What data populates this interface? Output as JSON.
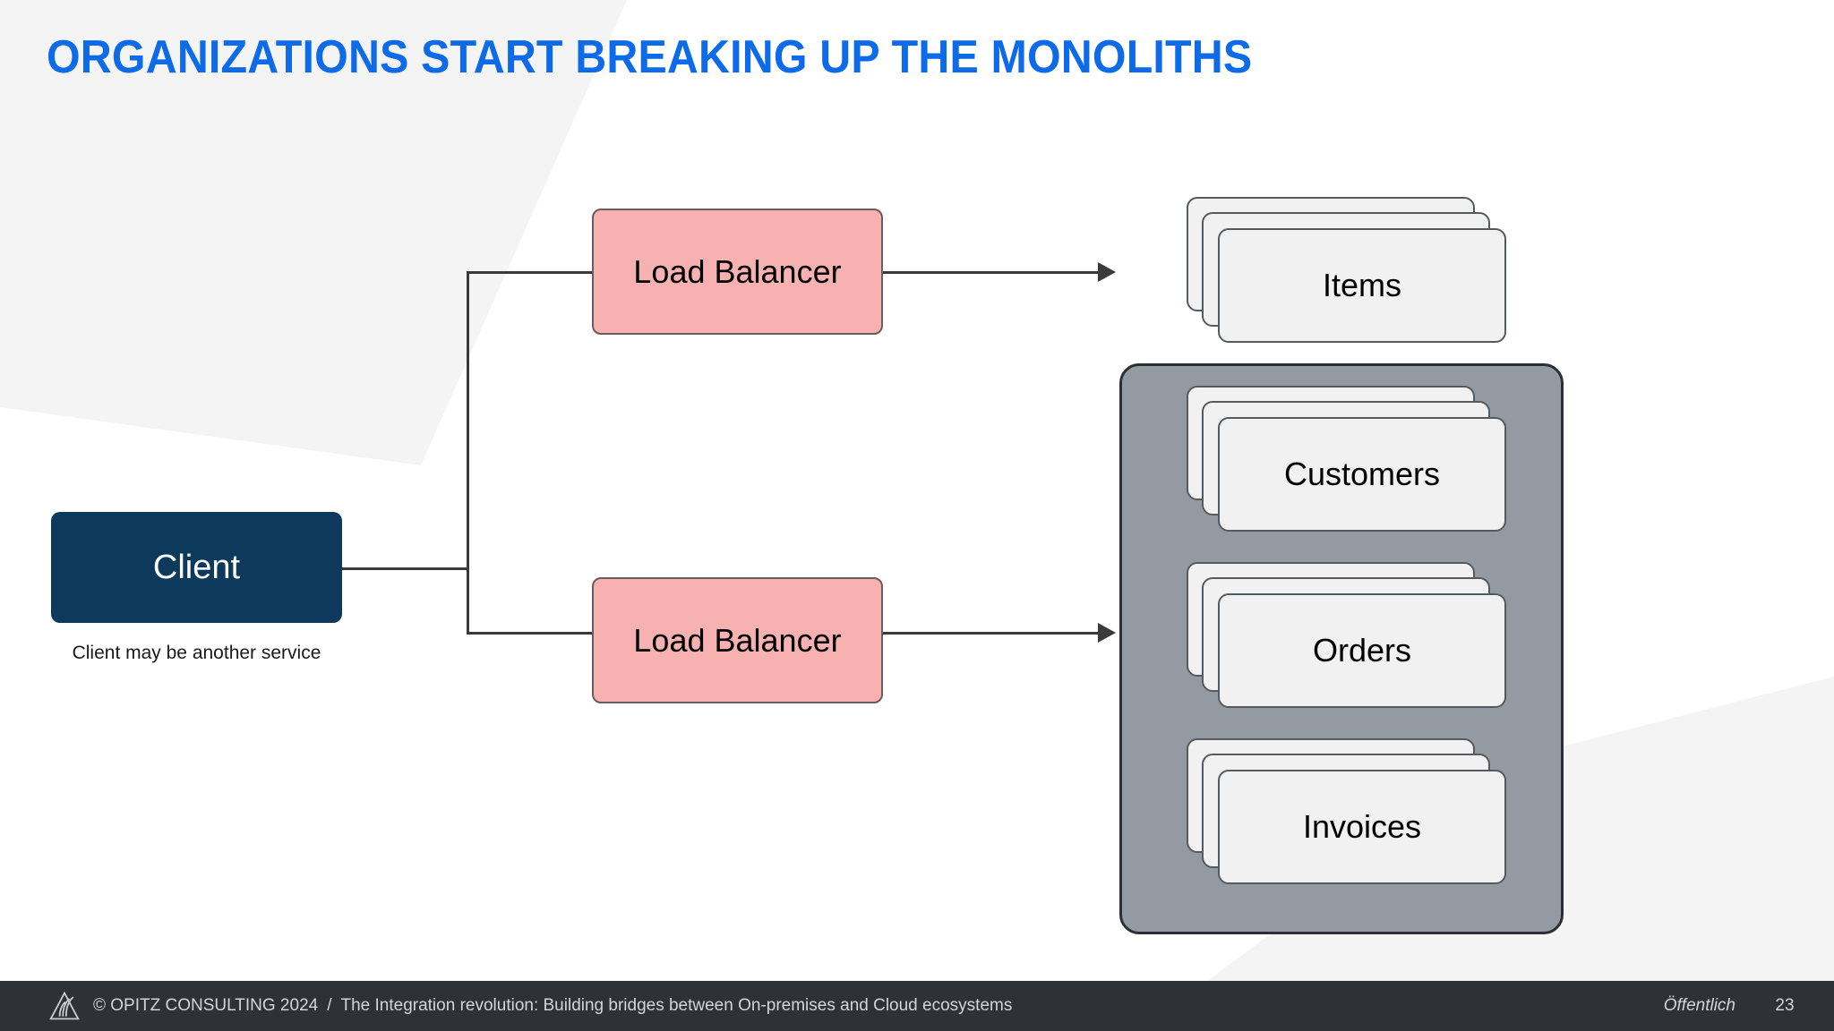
{
  "slide": {
    "title": "ORGANIZATIONS START BREAKING UP THE MONOLITHS",
    "title_color": "#0d6ae8",
    "background_color": "#ffffff",
    "page_number": "23"
  },
  "diagram": {
    "client": {
      "label": "Client",
      "caption": "Client may be another service",
      "fill": "#0d3a5c",
      "text_color": "#ffffff"
    },
    "load_balancers": [
      {
        "label": "Load Balancer",
        "fill": "#f7b1b1",
        "border": "#6b5c5f"
      },
      {
        "label": "Load Balancer",
        "fill": "#f7b1b1",
        "border": "#6b5c5f"
      }
    ],
    "services": [
      {
        "label": "Items",
        "grouped": false,
        "fill": "#f1f1f1",
        "border": "#555a5e"
      },
      {
        "label": "Customers",
        "grouped": true,
        "fill": "#f1f1f1",
        "border": "#555a5e"
      },
      {
        "label": "Orders",
        "grouped": true,
        "fill": "#f1f1f1",
        "border": "#555a5e"
      },
      {
        "label": "Invoices",
        "grouped": true,
        "fill": "#f1f1f1",
        "border": "#555a5e"
      }
    ],
    "group_container": {
      "fill": "#939aa2",
      "border": "#2b2f33"
    },
    "connector_color": "#3a3a3a"
  },
  "footer": {
    "copyright": "© OPITZ CONSULTING 2024",
    "separator": "/",
    "subtitle": "The Integration revolution: Building bridges between On-premises and Cloud ecosystems",
    "classification": "Öffentlich",
    "page": "23",
    "background": "#2e3135",
    "text_color": "#d3d5d8",
    "logo_name": "opitz-consulting-logo"
  }
}
